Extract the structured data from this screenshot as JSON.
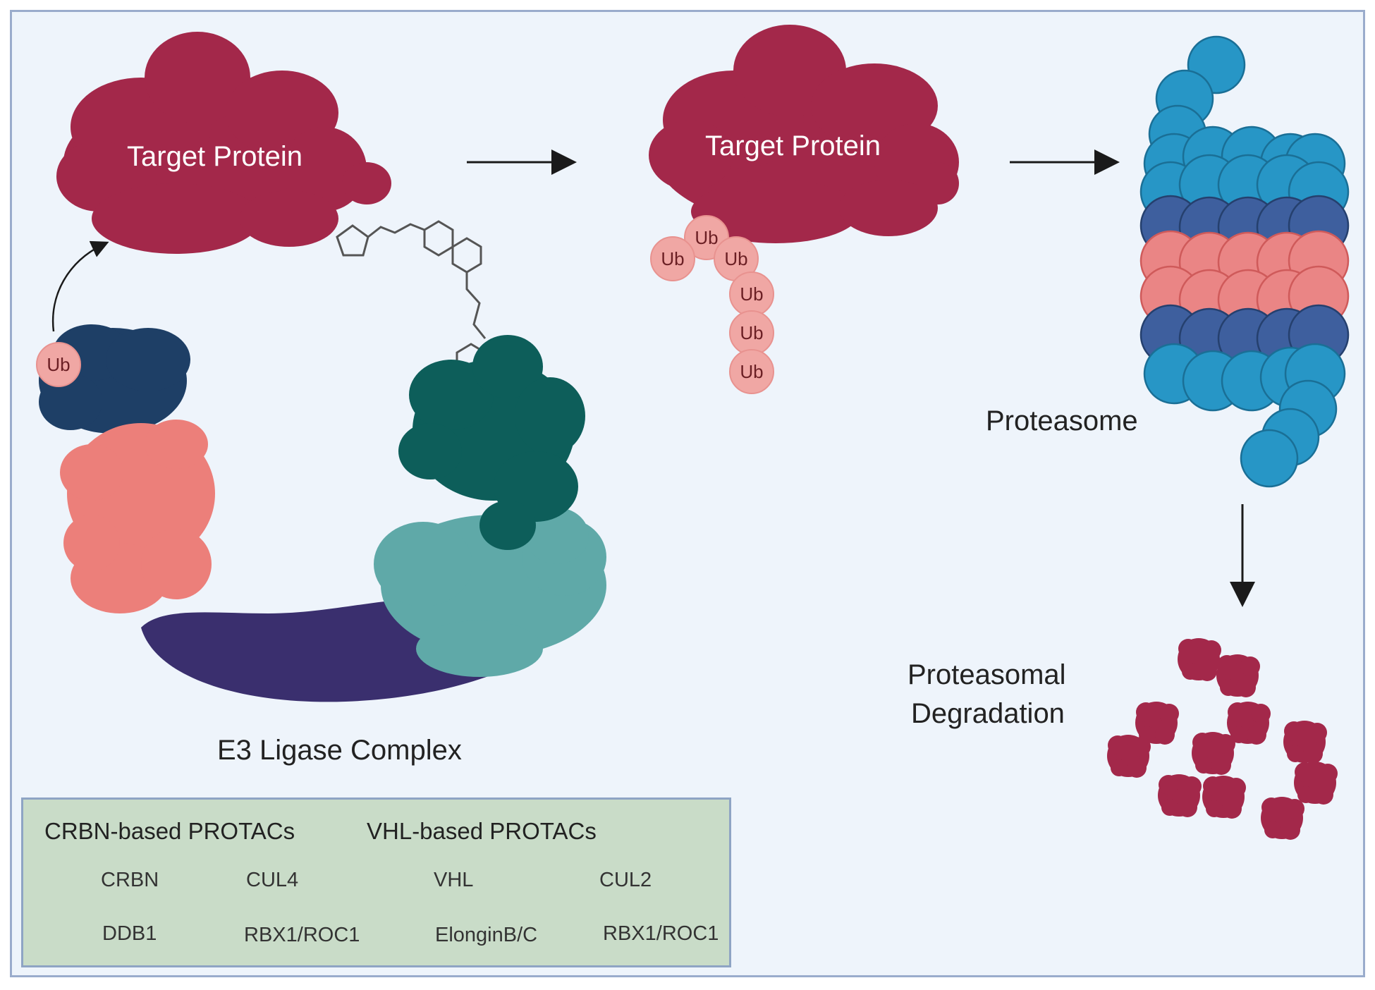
{
  "diagram": {
    "target_protein_label_1": "Target Protein",
    "target_protein_label_2": "Target Protein",
    "ub_label": "Ub",
    "e3_label": "E3 Ligase Complex",
    "proteasome_label": "Proteasome",
    "degradation_label_line1": "Proteasomal",
    "degradation_label_line2": "Degradation"
  },
  "legend": {
    "crbn_title": "CRBN-based PROTACs",
    "vhl_title": "VHL-based PROTACs",
    "crbn_items": [
      "CRBN",
      "CUL4",
      "DDB1",
      "RBX1/ROC1"
    ],
    "vhl_items": [
      "VHL",
      "CUL2",
      "ElonginB/C",
      "RBX1/ROC1"
    ]
  },
  "colors": {
    "target_protein": "#a3284a",
    "crbn": "#0d5e5a",
    "ddb1": "#5fa9a8",
    "rbx1": "#ec7f7a",
    "cul": "#3a2f6e",
    "ub": "#f0a7a4",
    "proteasome_cyan": "#2796c6",
    "proteasome_blue": "#3e5f9e",
    "proteasome_pink": "#ea8585",
    "dark_navy": "#1e3f66"
  }
}
